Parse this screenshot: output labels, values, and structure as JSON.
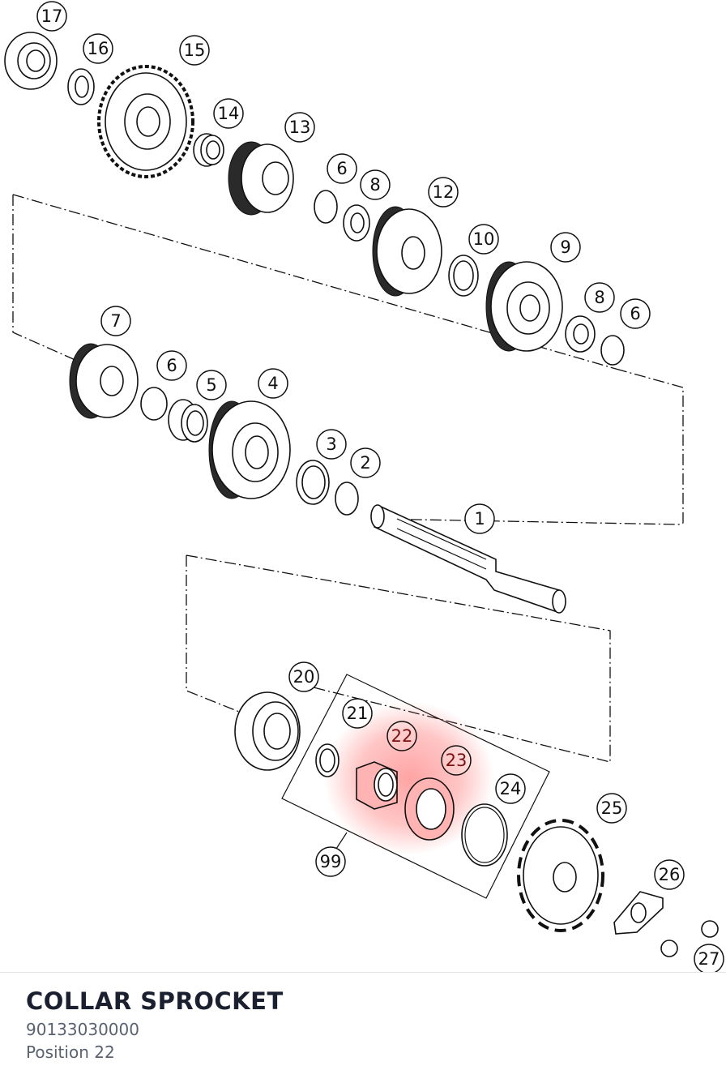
{
  "diagram": {
    "callouts": [
      "17",
      "16",
      "15",
      "14",
      "13",
      "6",
      "8",
      "12",
      "10",
      "9",
      "8",
      "6",
      "7",
      "6",
      "5",
      "4",
      "3",
      "2",
      "1",
      "20",
      "21",
      "22",
      "23",
      "24",
      "25",
      "99",
      "26",
      "27"
    ],
    "highlighted": [
      "22",
      "23"
    ],
    "highlight_color": "#ff5a5a"
  },
  "info": {
    "name": "COLLAR SPROCKET",
    "number": "90133030000",
    "position": "Position 22"
  }
}
